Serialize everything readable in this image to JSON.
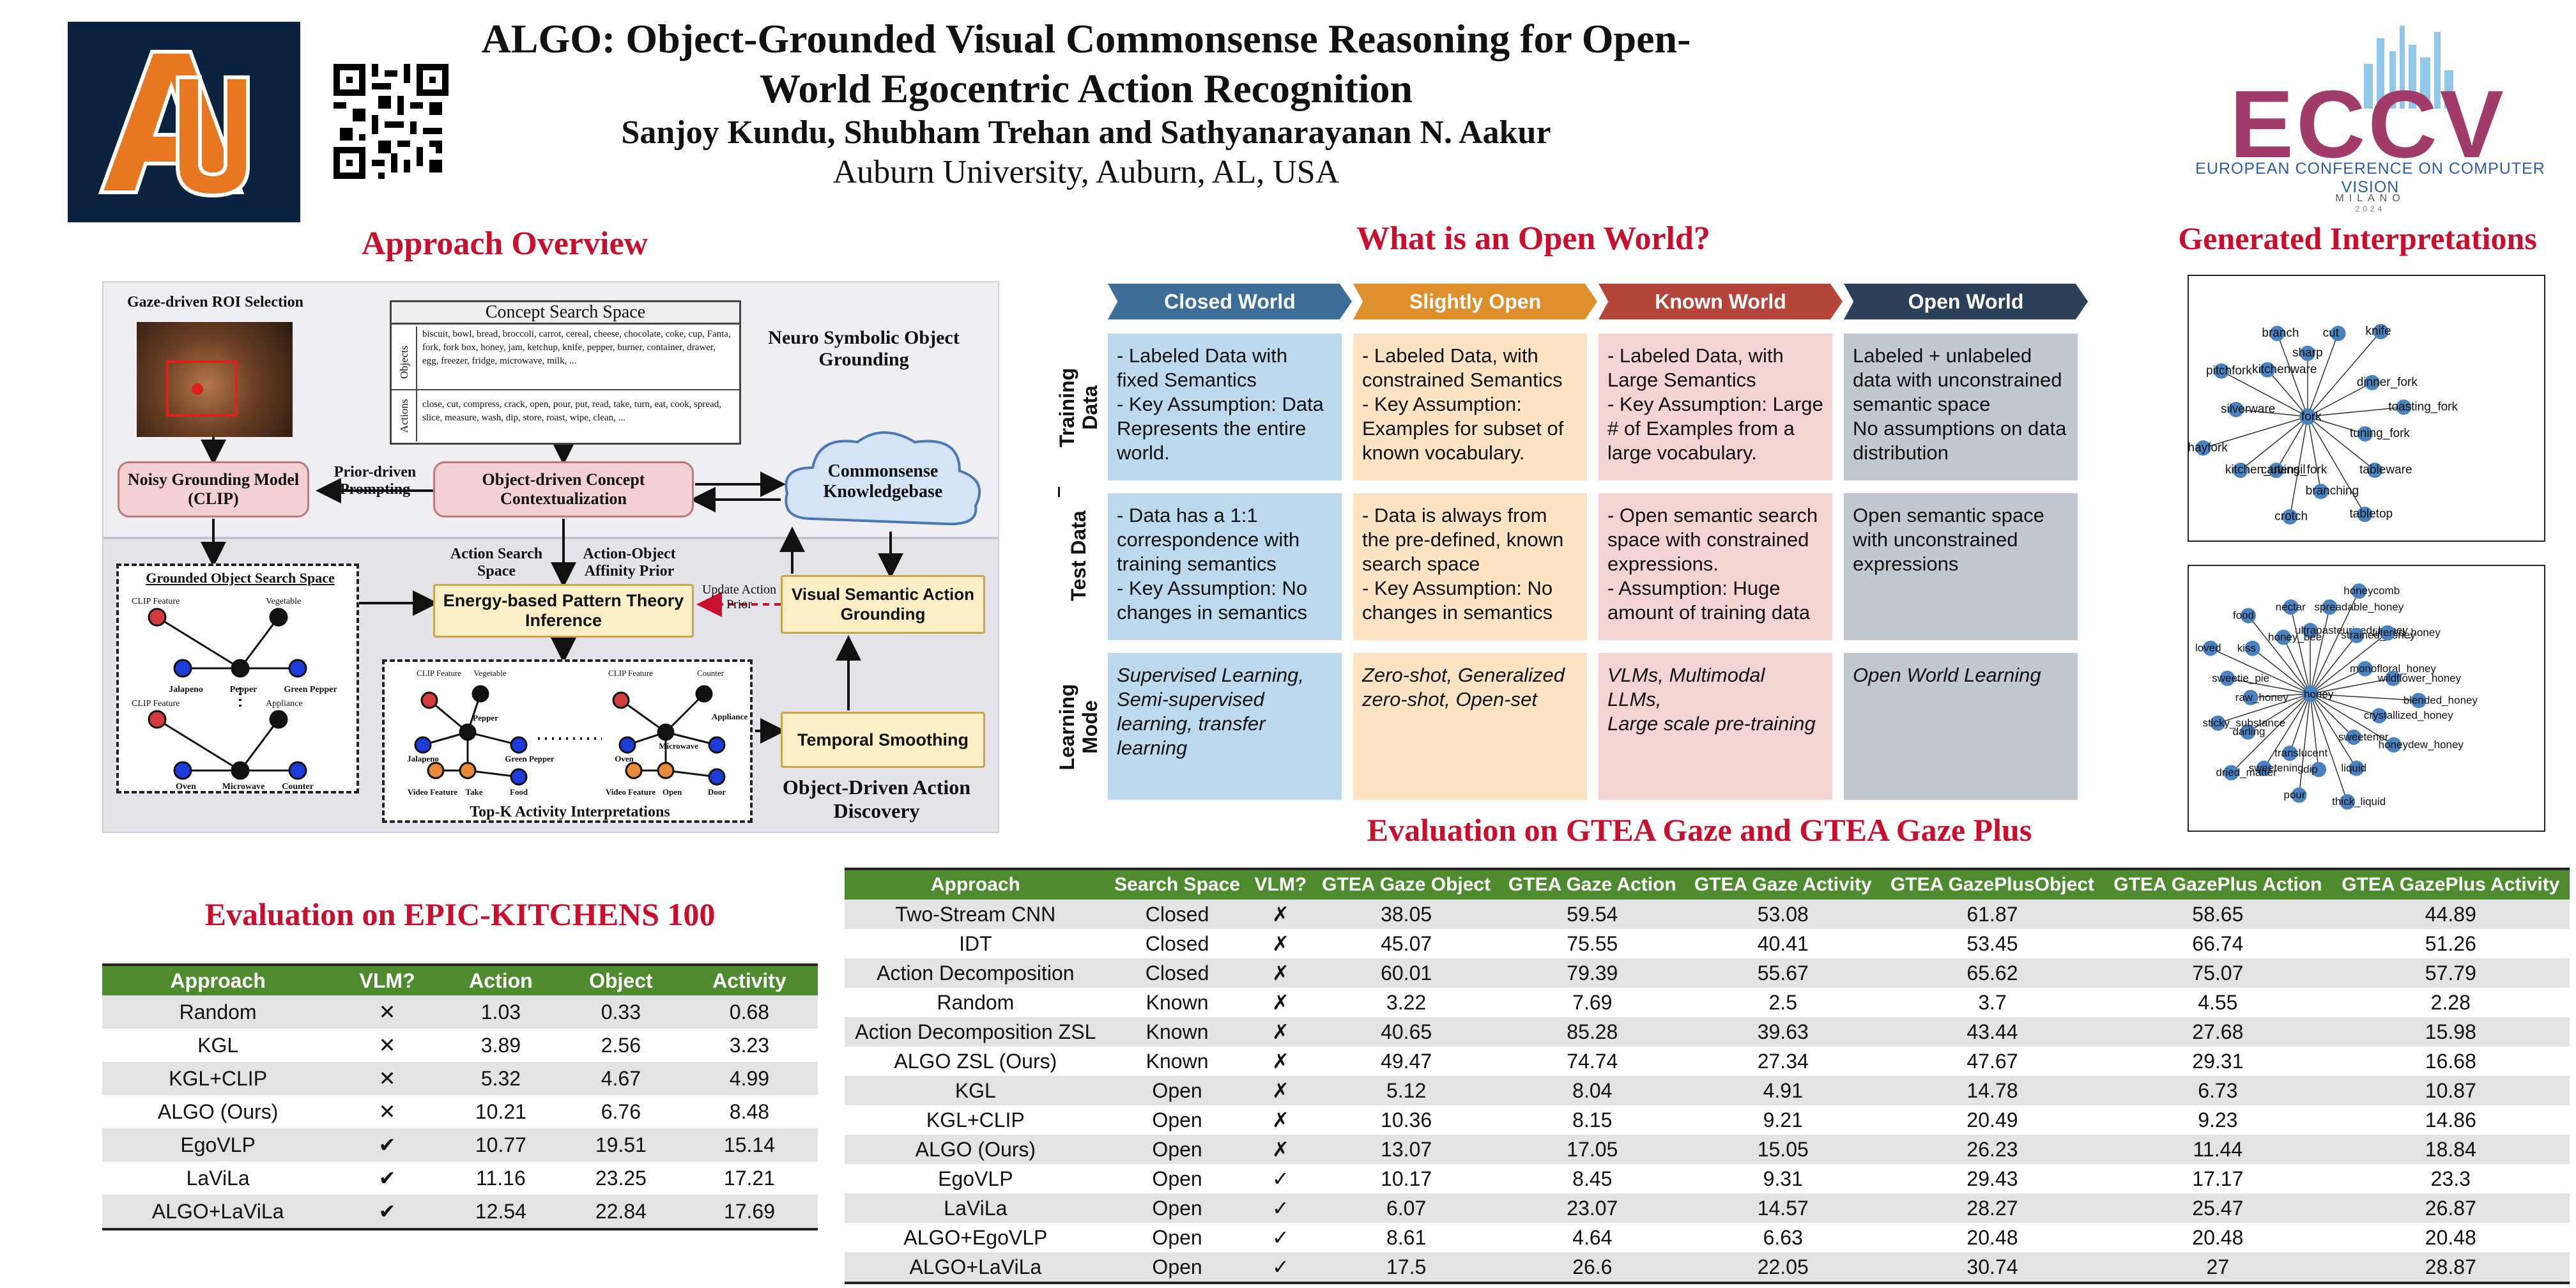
{
  "header": {
    "title": "ALGO: Object-Grounded Visual Commonsense Reasoning for Open-World Egocentric Action Recognition",
    "authors": "Sanjoy Kundu, Shubham Trehan and Sathyanarayanan N. Aakur",
    "affiliation": "Auburn University, Auburn, AL, USA",
    "logo_text": "AU",
    "eccv_text": "ECCV",
    "eccv_sub": "EUROPEAN CONFERENCE ON COMPUTER VISION",
    "eccv_city": "MILANO",
    "eccv_year": "2024"
  },
  "approach": {
    "heading": "Approach Overview",
    "gaze_label": "Gaze-driven ROI Selection",
    "concept_title": "Concept Search Space",
    "objects_label": "Objects",
    "objects_text": "biscuit, bowl, bread, broccoli, carrot, cereal, cheese, chocolate, coke, cup, Fanta, fork, fork box, honey, jam, ketchup, knife, pepper, burner, container, drawer, egg, freezer, fridge, microwave, milk, ...",
    "actions_label": "Actions",
    "actions_text": "close, cut, compress, crack, open, pour, put, read, take, turn, eat, cook, spread, slice, measure, wash, dip, store, roast, wipe, clean, ...",
    "neuro_label": "Neuro Symbolic Object Grounding",
    "noisy_model": "Noisy Grounding Model (CLIP)",
    "prior_prompting": "Prior-driven Prompting",
    "concept_ctx": "Object-driven Concept Contextualization",
    "commonsense": "Commonsense Knowledgebase",
    "grounded_title": "Grounded Object Search Space",
    "action_search": "Action Search Space",
    "affinity": "Action-Object Affinity Prior",
    "energy": "Energy-based Pattern Theory Inference",
    "update_prior": "Update Action Prior",
    "visual_semantic": "Visual Semantic Action Grounding",
    "temporal": "Temporal Smoothing",
    "topk": "Top-K Activity Interpretations",
    "discovery": "Object-Driven Action Discovery",
    "graph_labels": {
      "clip_feature": "CLIP Feature",
      "vegetable": "Vegetable",
      "jalapeno": "Jalapeno",
      "pepper": "Pepper",
      "green_pepper": "Green Pepper",
      "appliance": "Appliance",
      "oven": "Oven",
      "microwave": "Microwave",
      "counter": "Counter",
      "video_feature": "Video Feature",
      "take": "Take",
      "food": "Food",
      "open": "Open",
      "door": "Door"
    }
  },
  "open_world": {
    "heading": "What is an Open World?",
    "columns": [
      {
        "name": "Closed World",
        "color": "#3d6e9a",
        "cell_bg": "#bcd9ee"
      },
      {
        "name": "Slightly Open",
        "color": "#de8f2c",
        "cell_bg": "#fbe3c4"
      },
      {
        "name": "Known World",
        "color": "#b5443a",
        "cell_bg": "#f4d3d3"
      },
      {
        "name": "Open World",
        "color": "#2c4159",
        "cell_bg": "#c2c8d0"
      }
    ],
    "rows": [
      "Training Data",
      "Test Data",
      "Learning Mode"
    ],
    "training": [
      "- Labeled Data with fixed Semantics\n- Key Assumption: Data Represents the entire world.",
      "- Labeled Data, with constrained Semantics\n- Key Assumption: Examples for subset of known vocabulary.",
      "- Labeled Data, with Large Semantics\n- Key Assumption: Large # of Examples from a large vocabulary.",
      "Labeled + unlabeled data with unconstrained semantic space\nNo assumptions on data distribution"
    ],
    "test": [
      "- Data has a 1:1 correspondence with training semantics\n- Key Assumption: No changes in semantics",
      "- Data is always from the pre-defined, known search space\n- Key Assumption: No changes in semantics",
      "- Open semantic search space with constrained expressions.\n- Assumption: Huge amount of training data",
      "Open semantic space with unconstrained expressions"
    ],
    "learning": [
      "Supervised Learning, Semi-supervised learning, transfer learning",
      "Zero-shot, Generalized zero-shot, Open-set",
      "VLMs, Multimodal LLMs,\nLarge scale pre-training",
      "Open World Learning"
    ]
  },
  "interpretations": {
    "heading": "Generated Interpretations",
    "graph1": {
      "center": "fork",
      "nodes": [
        "sharp",
        "cut",
        "knife",
        "dinner_fork",
        "toasting_fork",
        "tuning_fork",
        "tableware",
        "tabletop",
        "branching",
        "crotch",
        "carving_fork",
        "kitchen_utensil",
        "hayfork",
        "silverware",
        "pitchfork",
        "kitchenware",
        "branch"
      ]
    },
    "graph2": {
      "center": "honey",
      "nodes": [
        "ultrapasteurized_honey",
        "spreadable_honey",
        "honeycomb",
        "strained_honey",
        "filtered_honey",
        "monofloral_honey",
        "wildflower_honey",
        "blended_honey",
        "crystallized_honey",
        "honeydew_honey",
        "sweetener",
        "liquid",
        "thick_liquid",
        "dip",
        "pour",
        "translucent",
        "sweetening",
        "dried_matter",
        "darling",
        "sticky_substance",
        "raw_honey",
        "sweetie_pie",
        "loved",
        "kiss",
        "food",
        "honey_bee",
        "nectar"
      ]
    }
  },
  "epic": {
    "heading": "Evaluation on EPIC-KITCHENS 100",
    "columns": [
      "Approach",
      "VLM?",
      "Action",
      "Object",
      "Activity"
    ],
    "rows": [
      [
        "Random",
        "✕",
        "1.03",
        "0.33",
        "0.68"
      ],
      [
        "KGL",
        "✕",
        "3.89",
        "2.56",
        "3.23"
      ],
      [
        "KGL+CLIP",
        "✕",
        "5.32",
        "4.67",
        "4.99"
      ],
      [
        "ALGO (Ours)",
        "✕",
        "10.21",
        "6.76",
        "8.48"
      ],
      [
        "EgoVLP",
        "✔",
        "10.77",
        "19.51",
        "15.14"
      ],
      [
        "LaViLa",
        "✔",
        "11.16",
        "23.25",
        "17.21"
      ],
      [
        "ALGO+LaViLa",
        "✔",
        "12.54",
        "22.84",
        "17.69"
      ]
    ]
  },
  "gtea": {
    "heading": "Evaluation on GTEA Gaze and GTEA Gaze Plus",
    "columns": [
      "Approach",
      "Search Space",
      "VLM?",
      "GTEA Gaze Object",
      "GTEA Gaze Action",
      "GTEA Gaze Activity",
      "GTEA GazePlusObject",
      "GTEA GazePlus Action",
      "GTEA GazePlus Activity"
    ],
    "rows": [
      [
        "Two-Stream CNN",
        "Closed",
        "✗",
        "38.05",
        "59.54",
        "53.08",
        "61.87",
        "58.65",
        "44.89"
      ],
      [
        "IDT",
        "Closed",
        "✗",
        "45.07",
        "75.55",
        "40.41",
        "53.45",
        "66.74",
        "51.26"
      ],
      [
        "Action Decomposition",
        "Closed",
        "✗",
        "60.01",
        "79.39",
        "55.67",
        "65.62",
        "75.07",
        "57.79"
      ],
      [
        "Random",
        "Known",
        "✗",
        "3.22",
        "7.69",
        "2.5",
        "3.7",
        "4.55",
        "2.28"
      ],
      [
        "Action Decomposition ZSL",
        "Known",
        "✗",
        "40.65",
        "85.28",
        "39.63",
        "43.44",
        "27.68",
        "15.98"
      ],
      [
        "ALGO ZSL (Ours)",
        "Known",
        "✗",
        "49.47",
        "74.74",
        "27.34",
        "47.67",
        "29.31",
        "16.68"
      ],
      [
        "KGL",
        "Open",
        "✗",
        "5.12",
        "8.04",
        "4.91",
        "14.78",
        "6.73",
        "10.87"
      ],
      [
        "KGL+CLIP",
        "Open",
        "✗",
        "10.36",
        "8.15",
        "9.21",
        "20.49",
        "9.23",
        "14.86"
      ],
      [
        "ALGO (Ours)",
        "Open",
        "✗",
        "13.07",
        "17.05",
        "15.05",
        "26.23",
        "11.44",
        "18.84"
      ],
      [
        "EgoVLP",
        "Open",
        "✓",
        "10.17",
        "8.45",
        "9.31",
        "29.43",
        "17.17",
        "23.3"
      ],
      [
        "LaViLa",
        "Open",
        "✓",
        "6.07",
        "23.07",
        "14.57",
        "28.27",
        "25.47",
        "26.87"
      ],
      [
        "ALGO+EgoVLP",
        "Open",
        "✓",
        "8.61",
        "4.64",
        "6.63",
        "20.48",
        "20.48",
        "20.48"
      ],
      [
        "ALGO+LaViLa",
        "Open",
        "✓",
        "17.5",
        "26.6",
        "22.05",
        "30.74",
        "27",
        "28.87"
      ]
    ]
  },
  "colors": {
    "accent_red": "#c8102e",
    "table_header": "#4e8a2e",
    "auburn_navy": "#0c2340",
    "auburn_orange": "#e87722"
  }
}
